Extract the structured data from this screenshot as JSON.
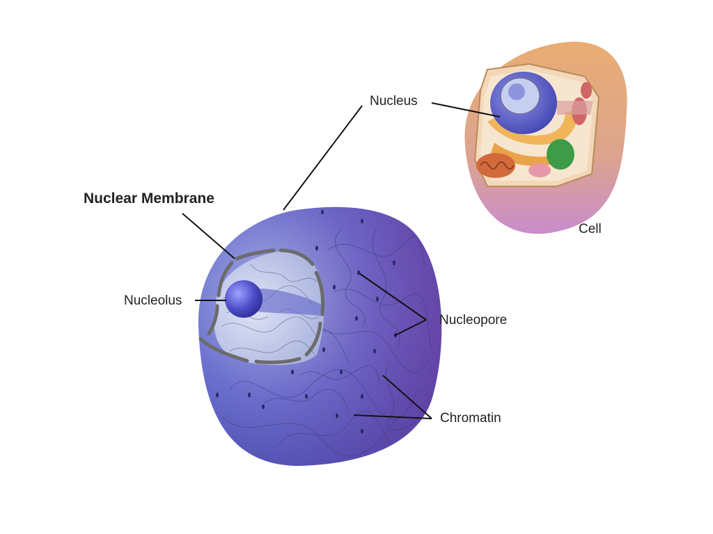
{
  "diagram": {
    "labels": {
      "nucleus": "Nucleus",
      "nuclear_membrane": "Nuclear Membrane",
      "nucleolus": "Nucleolus",
      "nucleopore": "Nucleopore",
      "chromatin": "Chromatin",
      "cell": "Cell"
    },
    "colors": {
      "nucleus_body": "#5a5bc4",
      "nucleus_dark": "#3a3aa0",
      "nucleus_light": "#a8b4e6",
      "membrane": "#6b6b6b",
      "cell_outer": "#e9b07a",
      "cell_lower": "#c98ccc",
      "label_text": "#222222",
      "leader_line": "#111111"
    }
  }
}
